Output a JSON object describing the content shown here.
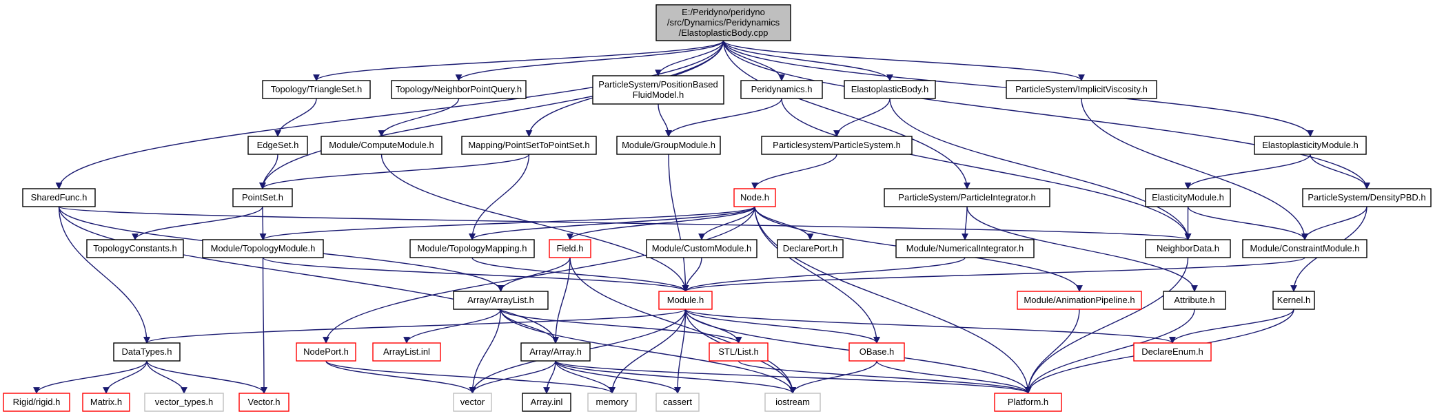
{
  "colors": {
    "edge": "#191970",
    "box_default": "#000000",
    "box_truncated": "#ff0000",
    "box_external": "#bfbfbf",
    "root_fill": "#bfbfbf",
    "background": "#ffffff"
  },
  "nodes": [
    {
      "id": "root",
      "kind": "root",
      "lines": [
        "E:/Peridyno/peridyno",
        "/src/Dynamics/Peridynamics",
        "/ElastoplasticBody.cpp"
      ]
    },
    {
      "id": "triangleset",
      "kind": "normal",
      "lines": [
        "Topology/TriangleSet.h"
      ]
    },
    {
      "id": "neighborpointquery",
      "kind": "normal",
      "lines": [
        "Topology/NeighborPointQuery.h"
      ]
    },
    {
      "id": "positionbased",
      "kind": "normal",
      "lines": [
        "ParticleSystem/PositionBased",
        "FluidModel.h"
      ]
    },
    {
      "id": "peridynamics",
      "kind": "normal",
      "lines": [
        "Peridynamics.h"
      ]
    },
    {
      "id": "elastoplasticbody",
      "kind": "normal",
      "lines": [
        "ElastoplasticBody.h"
      ]
    },
    {
      "id": "implicitviscosity",
      "kind": "normal",
      "lines": [
        "ParticleSystem/ImplicitViscosity.h"
      ]
    },
    {
      "id": "edgeset",
      "kind": "normal",
      "lines": [
        "EdgeSet.h"
      ]
    },
    {
      "id": "computemodule",
      "kind": "normal",
      "lines": [
        "Module/ComputeModule.h"
      ]
    },
    {
      "id": "pointsettopointset",
      "kind": "normal",
      "lines": [
        "Mapping/PointSetToPointSet.h"
      ]
    },
    {
      "id": "groupmodule",
      "kind": "normal",
      "lines": [
        "Module/GroupModule.h"
      ]
    },
    {
      "id": "particlesystem",
      "kind": "normal",
      "lines": [
        "Particlesystem/ParticleSystem.h"
      ]
    },
    {
      "id": "elastoplasticitymodule",
      "kind": "normal",
      "lines": [
        "ElastoplasticityModule.h"
      ]
    },
    {
      "id": "sharedfunc",
      "kind": "normal",
      "lines": [
        "SharedFunc.h"
      ]
    },
    {
      "id": "pointset",
      "kind": "normal",
      "lines": [
        "PointSet.h"
      ]
    },
    {
      "id": "node",
      "kind": "truncated",
      "lines": [
        "Node.h"
      ]
    },
    {
      "id": "particleintegrator",
      "kind": "normal",
      "lines": [
        "ParticleSystem/ParticleIntegrator.h"
      ]
    },
    {
      "id": "elasticitymodule",
      "kind": "normal",
      "lines": [
        "ElasticityModule.h"
      ]
    },
    {
      "id": "densitypbd",
      "kind": "normal",
      "lines": [
        "ParticleSystem/DensityPBD.h"
      ]
    },
    {
      "id": "topologyconstants",
      "kind": "normal",
      "lines": [
        "TopologyConstants.h"
      ]
    },
    {
      "id": "topologymodule",
      "kind": "normal",
      "lines": [
        "Module/TopologyModule.h"
      ]
    },
    {
      "id": "topologymapping",
      "kind": "normal",
      "lines": [
        "Module/TopologyMapping.h"
      ]
    },
    {
      "id": "field",
      "kind": "truncated",
      "lines": [
        "Field.h"
      ]
    },
    {
      "id": "custommodule",
      "kind": "normal",
      "lines": [
        "Module/CustomModule.h"
      ]
    },
    {
      "id": "declareport",
      "kind": "normal",
      "lines": [
        "DeclarePort.h"
      ]
    },
    {
      "id": "numericalintegrator",
      "kind": "normal",
      "lines": [
        "Module/NumericalIntegrator.h"
      ]
    },
    {
      "id": "neighbordata",
      "kind": "normal",
      "lines": [
        "NeighborData.h"
      ]
    },
    {
      "id": "constraintmodule",
      "kind": "normal",
      "lines": [
        "Module/ConstraintModule.h"
      ]
    },
    {
      "id": "arraylist",
      "kind": "normal",
      "lines": [
        "Array/ArrayList.h"
      ]
    },
    {
      "id": "module",
      "kind": "truncated",
      "lines": [
        "Module.h"
      ]
    },
    {
      "id": "animationpipeline",
      "kind": "truncated",
      "lines": [
        "Module/AnimationPipeline.h"
      ]
    },
    {
      "id": "attribute",
      "kind": "normal",
      "lines": [
        "Attribute.h"
      ]
    },
    {
      "id": "kernel",
      "kind": "normal",
      "lines": [
        "Kernel.h"
      ]
    },
    {
      "id": "datatypes",
      "kind": "normal",
      "lines": [
        "DataTypes.h"
      ]
    },
    {
      "id": "nodeport",
      "kind": "truncated",
      "lines": [
        "NodePort.h"
      ]
    },
    {
      "id": "arraylistinl",
      "kind": "truncated",
      "lines": [
        "ArrayList.inl"
      ]
    },
    {
      "id": "array",
      "kind": "normal",
      "lines": [
        "Array/Array.h"
      ]
    },
    {
      "id": "stllist",
      "kind": "truncated",
      "lines": [
        "STL/List.h"
      ]
    },
    {
      "id": "obase",
      "kind": "truncated",
      "lines": [
        "OBase.h"
      ]
    },
    {
      "id": "declareenum",
      "kind": "truncated",
      "lines": [
        "DeclareEnum.h"
      ]
    },
    {
      "id": "rigid",
      "kind": "truncated",
      "lines": [
        "Rigid/rigid.h"
      ]
    },
    {
      "id": "matrix",
      "kind": "truncated",
      "lines": [
        "Matrix.h"
      ]
    },
    {
      "id": "vectortypes",
      "kind": "external",
      "lines": [
        "vector_types.h"
      ]
    },
    {
      "id": "vectorh",
      "kind": "truncated",
      "lines": [
        "Vector.h"
      ]
    },
    {
      "id": "vector",
      "kind": "external",
      "lines": [
        "vector"
      ]
    },
    {
      "id": "arrayinl",
      "kind": "normal",
      "lines": [
        "Array.inl"
      ]
    },
    {
      "id": "memory",
      "kind": "external",
      "lines": [
        "memory"
      ]
    },
    {
      "id": "cassert",
      "kind": "external",
      "lines": [
        "cassert"
      ]
    },
    {
      "id": "iostream",
      "kind": "external",
      "lines": [
        "iostream"
      ]
    },
    {
      "id": "platform",
      "kind": "truncated",
      "lines": [
        "Platform.h"
      ]
    }
  ],
  "edges": [
    [
      "root",
      "triangleset"
    ],
    [
      "root",
      "neighborpointquery"
    ],
    [
      "root",
      "positionbased"
    ],
    [
      "root",
      "peridynamics"
    ],
    [
      "root",
      "elastoplasticbody"
    ],
    [
      "root",
      "implicitviscosity"
    ],
    [
      "root",
      "sharedfunc"
    ],
    [
      "root",
      "pointset"
    ],
    [
      "root",
      "pointsettopointset"
    ],
    [
      "root",
      "particleintegrator"
    ],
    [
      "root",
      "elastoplasticitymodule"
    ],
    [
      "root",
      "densitypbd"
    ],
    [
      "triangleset",
      "edgeset"
    ],
    [
      "edgeset",
      "pointset"
    ],
    [
      "neighborpointquery",
      "computemodule"
    ],
    [
      "computemodule",
      "module"
    ],
    [
      "positionbased",
      "groupmodule"
    ],
    [
      "peridynamics",
      "groupmodule"
    ],
    [
      "peridynamics",
      "neighbordata"
    ],
    [
      "groupmodule",
      "module"
    ],
    [
      "elastoplasticbody",
      "particlesystem"
    ],
    [
      "elastoplasticbody",
      "neighbordata"
    ],
    [
      "particlesystem",
      "node"
    ],
    [
      "implicitviscosity",
      "constraintmodule"
    ],
    [
      "pointsettopointset",
      "pointset"
    ],
    [
      "pointsettopointset",
      "topologymapping"
    ],
    [
      "pointset",
      "topologyconstants"
    ],
    [
      "pointset",
      "topologymodule"
    ],
    [
      "sharedfunc",
      "neighbordata"
    ],
    [
      "sharedfunc",
      "arraylist"
    ],
    [
      "sharedfunc",
      "array"
    ],
    [
      "sharedfunc",
      "datatypes"
    ],
    [
      "node",
      "topologymodule"
    ],
    [
      "node",
      "topologymapping"
    ],
    [
      "node",
      "field"
    ],
    [
      "node",
      "custommodule"
    ],
    [
      "node",
      "declareport"
    ],
    [
      "node",
      "nodeport"
    ],
    [
      "node",
      "obase"
    ],
    [
      "node",
      "animationpipeline"
    ],
    [
      "node",
      "platform"
    ],
    [
      "particleintegrator",
      "numericalintegrator"
    ],
    [
      "particleintegrator",
      "attribute"
    ],
    [
      "elastoplasticitymodule",
      "elasticitymodule"
    ],
    [
      "elastoplasticitymodule",
      "densitypbd"
    ],
    [
      "elasticitymodule",
      "neighbordata"
    ],
    [
      "elasticitymodule",
      "constraintmodule"
    ],
    [
      "densitypbd",
      "constraintmodule"
    ],
    [
      "densitypbd",
      "kernel"
    ],
    [
      "topologymodule",
      "module"
    ],
    [
      "topologymodule",
      "vectorh"
    ],
    [
      "topologymapping",
      "module"
    ],
    [
      "custommodule",
      "module"
    ],
    [
      "numericalintegrator",
      "module"
    ],
    [
      "constraintmodule",
      "module"
    ],
    [
      "neighbordata",
      "platform"
    ],
    [
      "field",
      "arraylist"
    ],
    [
      "field",
      "array"
    ],
    [
      "field",
      "iostream"
    ],
    [
      "module",
      "datatypes"
    ],
    [
      "module",
      "vector"
    ],
    [
      "module",
      "memory"
    ],
    [
      "module",
      "cassert"
    ],
    [
      "module",
      "iostream"
    ],
    [
      "module",
      "obase"
    ],
    [
      "module",
      "declareenum"
    ],
    [
      "module",
      "platform"
    ],
    [
      "module",
      "stllist"
    ],
    [
      "arraylist",
      "arraylistinl"
    ],
    [
      "arraylist",
      "array"
    ],
    [
      "arraylist",
      "vector"
    ],
    [
      "arraylist",
      "iostream"
    ],
    [
      "arraylist",
      "stllist"
    ],
    [
      "array",
      "vector"
    ],
    [
      "array",
      "arrayinl"
    ],
    [
      "array",
      "memory"
    ],
    [
      "array",
      "cassert"
    ],
    [
      "array",
      "iostream"
    ],
    [
      "array",
      "platform"
    ],
    [
      "datatypes",
      "rigid"
    ],
    [
      "datatypes",
      "matrix"
    ],
    [
      "datatypes",
      "vectortypes"
    ],
    [
      "datatypes",
      "vectorh"
    ],
    [
      "nodeport",
      "vector"
    ],
    [
      "nodeport",
      "memory"
    ],
    [
      "stllist",
      "platform"
    ],
    [
      "obase",
      "iostream"
    ],
    [
      "obase",
      "platform"
    ],
    [
      "animationpipeline",
      "platform"
    ],
    [
      "attribute",
      "platform"
    ],
    [
      "kernel",
      "declareenum"
    ],
    [
      "kernel",
      "platform"
    ]
  ]
}
